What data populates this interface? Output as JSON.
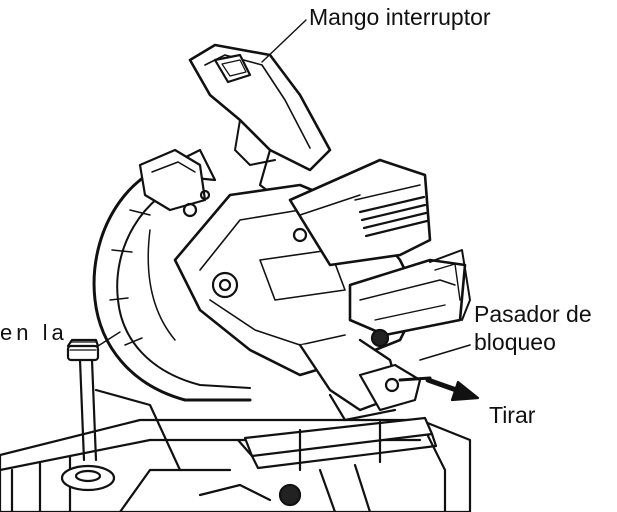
{
  "labels": {
    "switch_handle": "Mango interruptor",
    "lock_pin_line1": "Pasador de",
    "lock_pin_line2": "bloqueo",
    "pull": "Tirar",
    "cut_text": "en la"
  },
  "colors": {
    "line": "#111111",
    "background": "#ffffff",
    "shading": "#6a6a6a"
  },
  "icons": {
    "arrow": "pull-direction-arrow"
  }
}
